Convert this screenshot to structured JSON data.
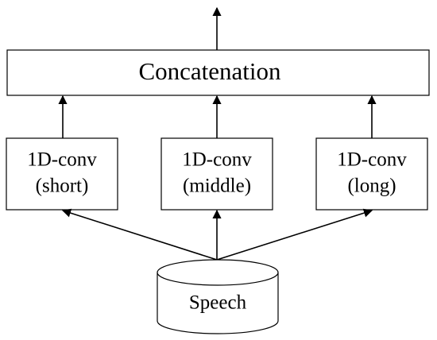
{
  "diagram": {
    "concatenation": {
      "label": "Concatenation"
    },
    "convs": [
      {
        "line1": "1D-conv",
        "line2": "(short)"
      },
      {
        "line1": "1D-conv",
        "line2": "(middle)"
      },
      {
        "line1": "1D-conv",
        "line2": "(long)"
      }
    ],
    "input": {
      "label": "Speech"
    }
  }
}
